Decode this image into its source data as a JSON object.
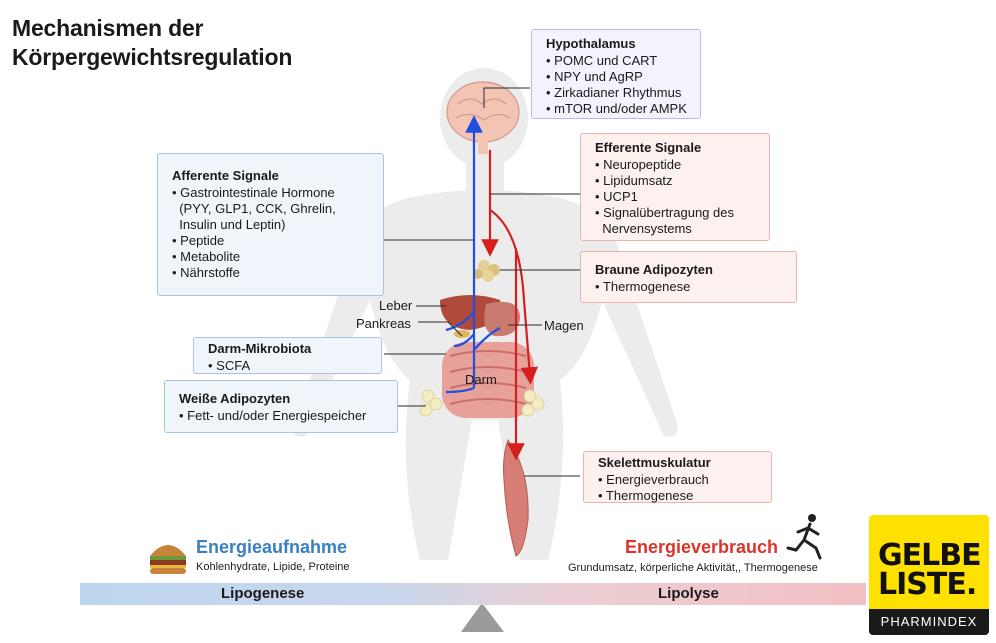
{
  "title": {
    "line1": "Mechanismen der",
    "line2": "Körpergewichtsregulation"
  },
  "boxes": {
    "hypothalamus": {
      "title": "Hypothalamus",
      "items": [
        "• POMC und CART",
        "• NPY und AgRP",
        "• Zirkadianer Rhythmus",
        "• mTOR und/oder AMPK"
      ]
    },
    "efferent": {
      "title": "Efferente Signale",
      "items": [
        "• Neuropeptide",
        "• Lipidumsatz",
        "• UCP1",
        "• Signalübertragung des",
        "  Nervensystems"
      ]
    },
    "afferent": {
      "title": "Afferente Signale",
      "items": [
        "• Gastrointestinale Hormone",
        "  (PYY, GLP1, CCK, Ghrelin,",
        "  Insulin und Leptin)",
        "• Peptide",
        "• Metabolite",
        "• Nährstoffe"
      ]
    },
    "braune": {
      "title": "Braune Adipozyten",
      "items": [
        "• Thermogenese"
      ]
    },
    "darm": {
      "title": "Darm-Mikrobiota",
      "items": [
        "• SCFA"
      ]
    },
    "weisse": {
      "title": "Weiße Adipozyten",
      "items": [
        "• Fett- und/oder Energiespeicher"
      ]
    },
    "skelett": {
      "title": "Skelettmuskulatur",
      "items": [
        "• Energieverbrauch",
        "• Thermogenese"
      ]
    }
  },
  "organ_labels": {
    "leber": "Leber",
    "pankreas": "Pankreas",
    "magen": "Magen",
    "darm": "Darm"
  },
  "intake": {
    "title": "Energieaufnahme",
    "subtitle": "Kohlenhydrate, Lipide, Proteine",
    "color": "#3a7fc0"
  },
  "expenditure": {
    "title": "Energieverbrauch",
    "subtitle": "Grundumsatz, körperliche Aktivität,, Thermogenese",
    "color": "#d9352c"
  },
  "balance": {
    "left": "Lipogenese",
    "right": "Lipolyse"
  },
  "logo": {
    "line1": "GELBE",
    "line2": "LISTE.",
    "sub": "PHARMINDEX"
  },
  "colors": {
    "afferent_arrow": "#1f4fe0",
    "efferent_arrow": "#d61f1f"
  }
}
